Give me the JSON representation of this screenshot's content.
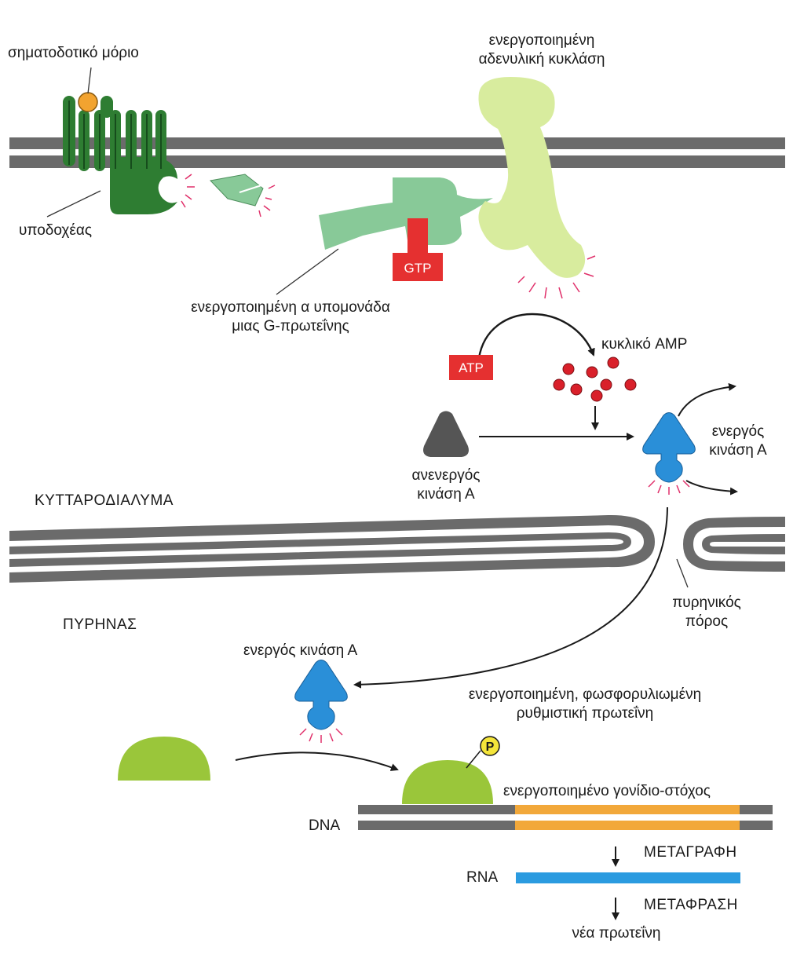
{
  "labels": {
    "signal_molecule": "σηματοδοτικό μόριο",
    "receptor": "υποδοχέας",
    "adenylyl_cyclase_line1": "ενεργοποιημένη",
    "adenylyl_cyclase_line2": "αδενυλική κυκλάση",
    "g_alpha_line1": "ενεργοποιημένη α υπομονάδα",
    "g_alpha_line2": "μιας G-πρωτεΐνης",
    "cyclic_amp": "κυκλικό AMP",
    "active_kinase_line1": "ενεργός",
    "active_kinase_line2": "κινάση Α",
    "inactive_kinase_line1": "ανενεργός",
    "inactive_kinase_line2": "κινάση Α",
    "cytosol": "ΚΥΤΤΑΡΟΔΙΑΛΥΜΑ",
    "nucleus": "ΠΥΡΗΝΑΣ",
    "nuclear_pore_line1": "πυρηνικός",
    "nuclear_pore_line2": "πόρος",
    "active_kinase_nucleus": "ενεργός κινάση Α",
    "regulatory_protein_line1": "ενεργοποιημένη, φωσφορυλιωμένη",
    "regulatory_protein_line2": "ρυθμιστική πρωτεΐνη",
    "target_gene": "ενεργοποιημένο γονίδιο-στόχος",
    "dna": "DNA",
    "rna": "RNA",
    "transcription": "ΜΕΤΑΓΡΑΦΗ",
    "translation": "ΜΕΤΑΦΡΑΣΗ",
    "new_protein": "νέα πρωτεΐνη"
  },
  "badges": {
    "gtp": "GTP",
    "atp": "ATP",
    "phosphate": "P"
  },
  "colors": {
    "membrane": "#6b6b6b",
    "receptor": "#2e7d32",
    "g_protein": "#88c998",
    "adenylyl_cyclase": "#d8ec9e",
    "badge_red": "#e53030",
    "camp": "#d9202a",
    "inactive_kinase": "#555555",
    "active_kinase": "#2a8fd8",
    "regulatory_protein": "#9ac63a",
    "phosphate": "#f4e53a",
    "target_gene": "#f2a83a",
    "rna": "#2b9be0",
    "signal": "#f2a330",
    "glow": "#e0306a"
  }
}
